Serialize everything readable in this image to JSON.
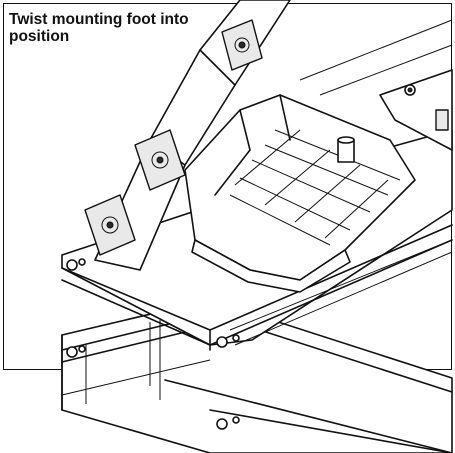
{
  "caption": "Twist mounting foot into position",
  "colors": {
    "line": "#111111",
    "background": "#ffffff",
    "shade": "#e9e9e9"
  },
  "icons": [
    "mounting-foot-illustration",
    "rail-profile-illustration",
    "bolt-tab-illustration"
  ]
}
